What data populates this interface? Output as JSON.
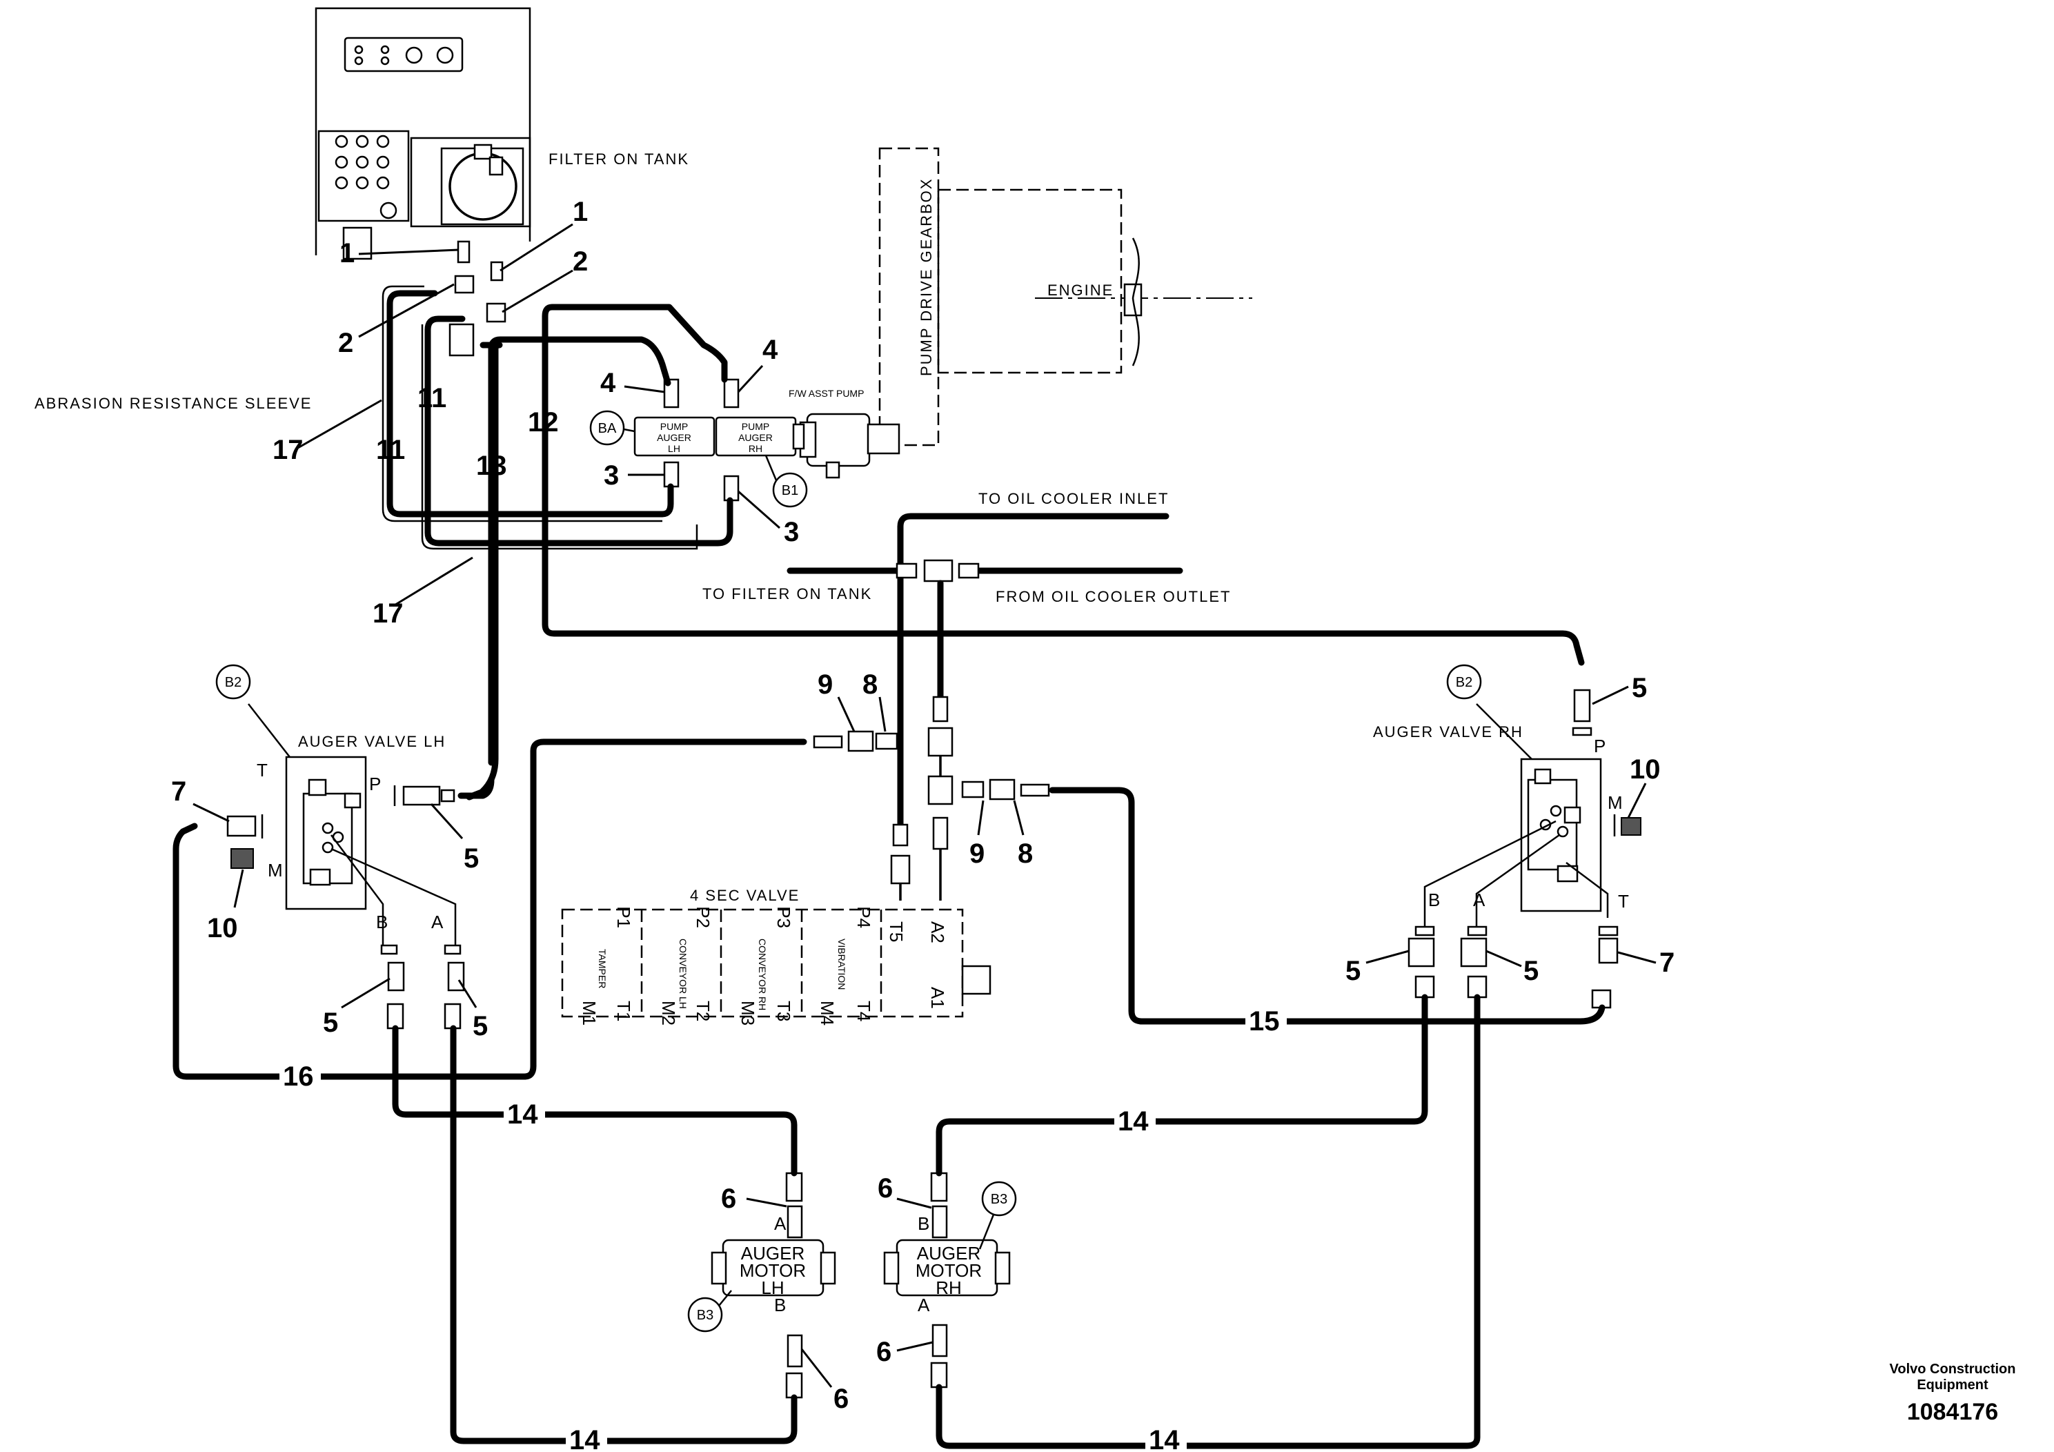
{
  "labels": {
    "filter_on_tank": "FILTER ON TANK",
    "engine": "ENGINE",
    "pump_drive_gearbox": "PUMP DRIVE GEARBOX",
    "fw_asst_pump": "F/W ASST PUMP",
    "abrasion_sleeve": "ABRASION RESISTANCE SLEEVE",
    "to_oil_cooler_inlet": "TO OIL COOLER INLET",
    "to_filter_on_tank": "TO FILTER ON TANK",
    "from_oil_cooler_outlet": "FROM OIL COOLER OUTLET",
    "auger_valve_lh": "AUGER VALVE LH",
    "auger_valve_rh": "AUGER VALVE RH",
    "four_sec_valve": "4 SEC VALVE"
  },
  "pumps": {
    "lh": [
      "PUMP",
      "AUGER",
      "LH"
    ],
    "rh": [
      "PUMP",
      "AUGER",
      "RH"
    ]
  },
  "motors": {
    "lh": [
      "AUGER",
      "MOTOR",
      "LH"
    ],
    "rh": [
      "AUGER",
      "MOTOR",
      "RH"
    ]
  },
  "sec_valve": {
    "sections": [
      {
        "top": "P1",
        "name": "TAMPER",
        "m": "M1",
        "t": "T1"
      },
      {
        "top": "P2",
        "name": "CONVEYOR LH",
        "m": "M2",
        "t": "T2"
      },
      {
        "top": "P3",
        "name": "CONVEYOR RH",
        "m": "M3",
        "t": "T3"
      },
      {
        "top": "P4",
        "name": "VIBRATION",
        "m": "M4",
        "t": "T4"
      }
    ],
    "end_ports": {
      "t5": "T5",
      "a2": "A2",
      "a1": "A1"
    }
  },
  "ports": {
    "t": "T",
    "p": "P",
    "m": "M",
    "a": "A",
    "b": "B"
  },
  "bubbles": {
    "ba": "BA",
    "b1": "B1",
    "b2": "B2",
    "b3": "B3"
  },
  "callouts": {
    "c1": "1",
    "c2": "2",
    "c3": "3",
    "c4": "4",
    "c5": "5",
    "c6": "6",
    "c7": "7",
    "c8": "8",
    "c9": "9",
    "c10": "10",
    "c11": "11",
    "c12": "12",
    "c13": "13",
    "c14": "14",
    "c15": "15",
    "c16": "16",
    "c17": "17"
  },
  "footer": {
    "company_line1": "Volvo Construction",
    "company_line2": "Equipment",
    "doc_number": "1084176"
  }
}
